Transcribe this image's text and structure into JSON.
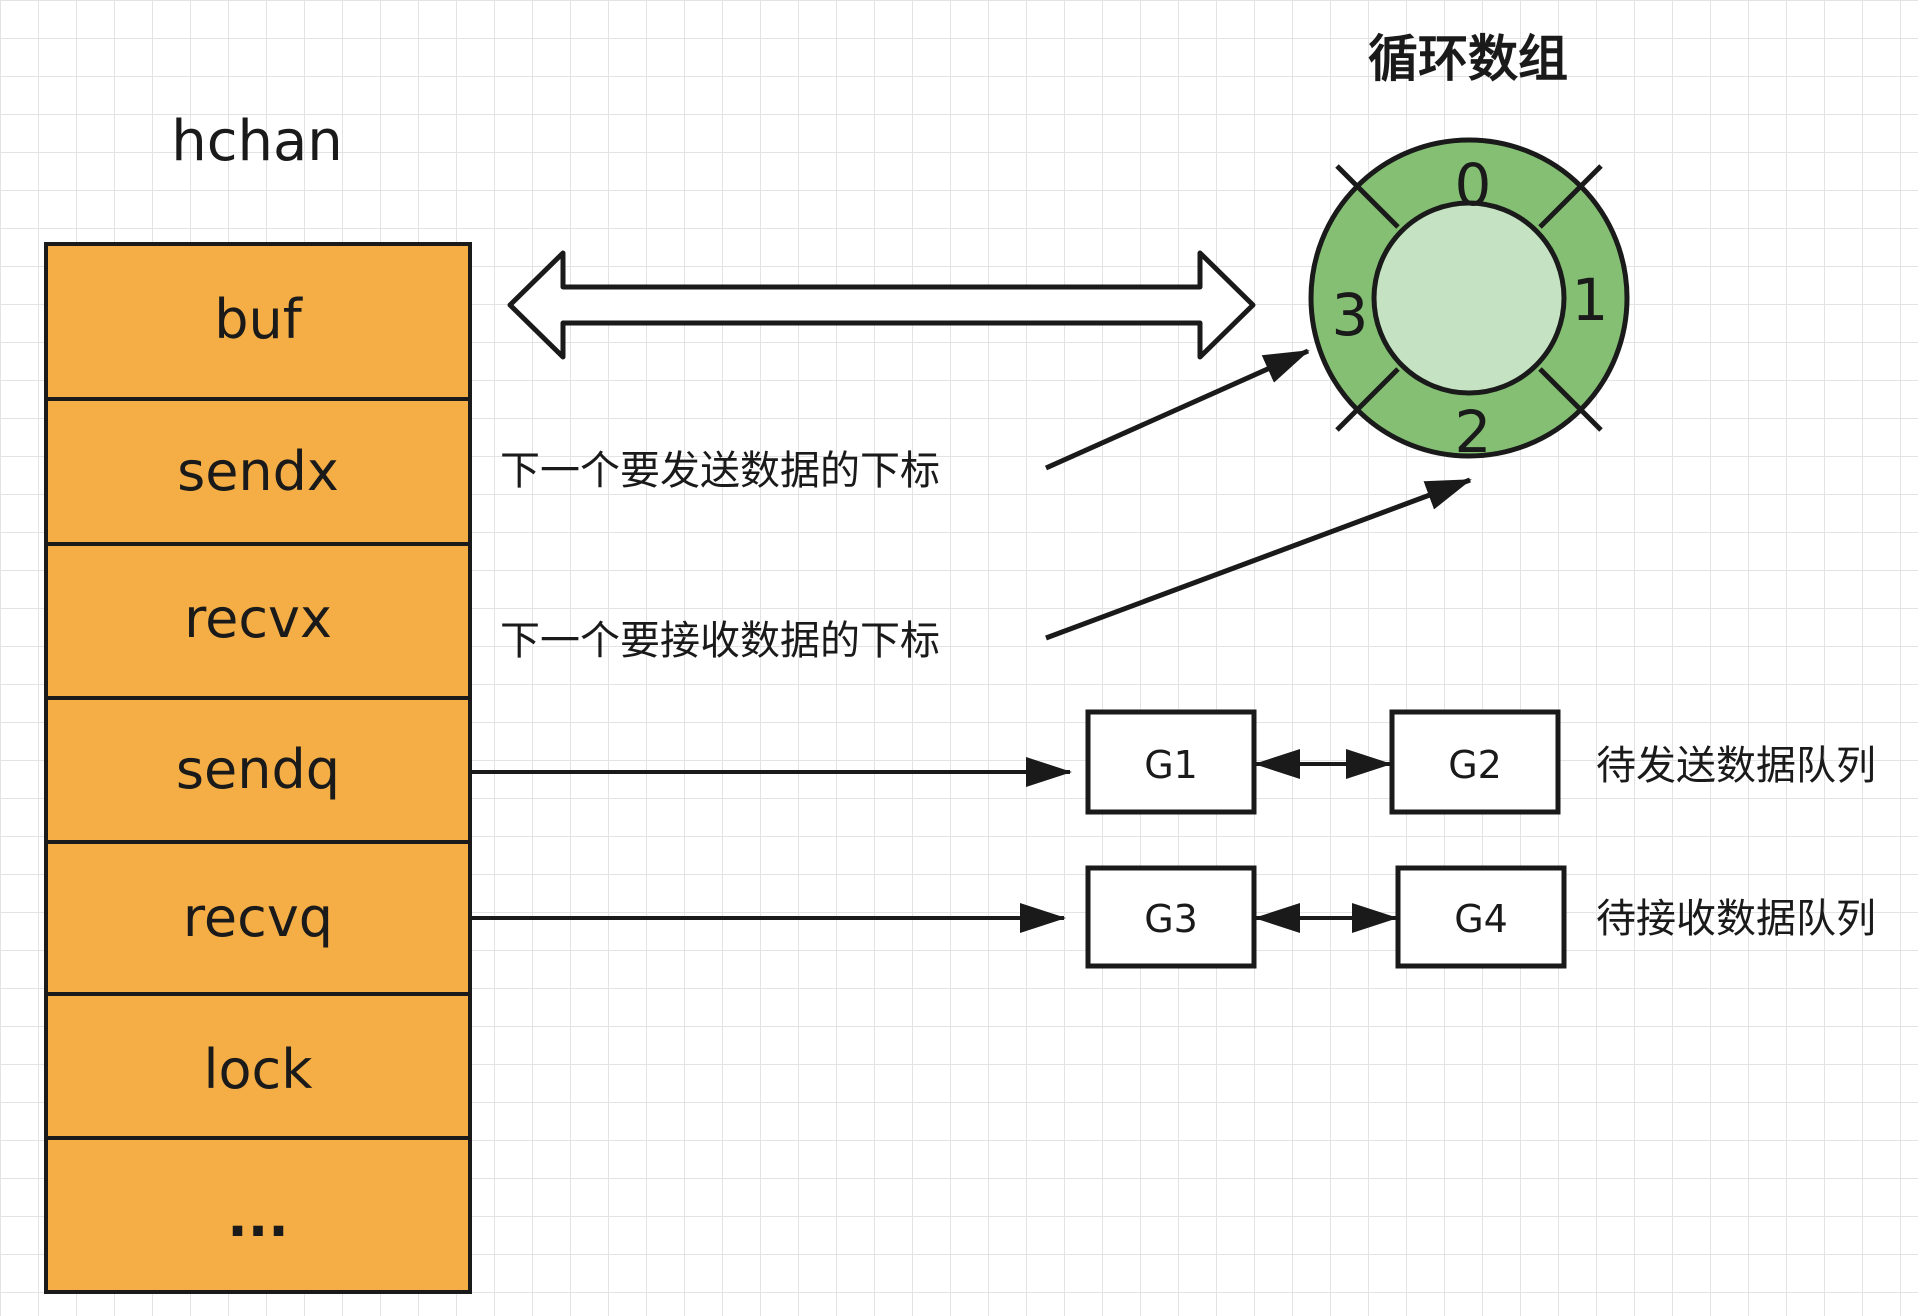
{
  "hchan": {
    "title": "hchan",
    "fields": [
      "buf",
      "sendx",
      "recvx",
      "sendq",
      "recvq",
      "lock",
      "..."
    ]
  },
  "ring": {
    "title": "循环数组",
    "indices": [
      "0",
      "1",
      "2",
      "3"
    ]
  },
  "annotations": {
    "send_index": "下一个要发送数据的下标",
    "recv_index": "下一个要接收数据的下标"
  },
  "queues": {
    "send": {
      "nodes": [
        "G1",
        "G2"
      ],
      "label": "待发送数据队列"
    },
    "recv": {
      "nodes": [
        "G3",
        "G4"
      ],
      "label": "待接收数据队列"
    }
  },
  "colors": {
    "struct_fill": "#f4ae45",
    "ring_outer": "#84bf74",
    "ring_inner": "#c5e3c3",
    "stroke": "#1a1a1a"
  }
}
